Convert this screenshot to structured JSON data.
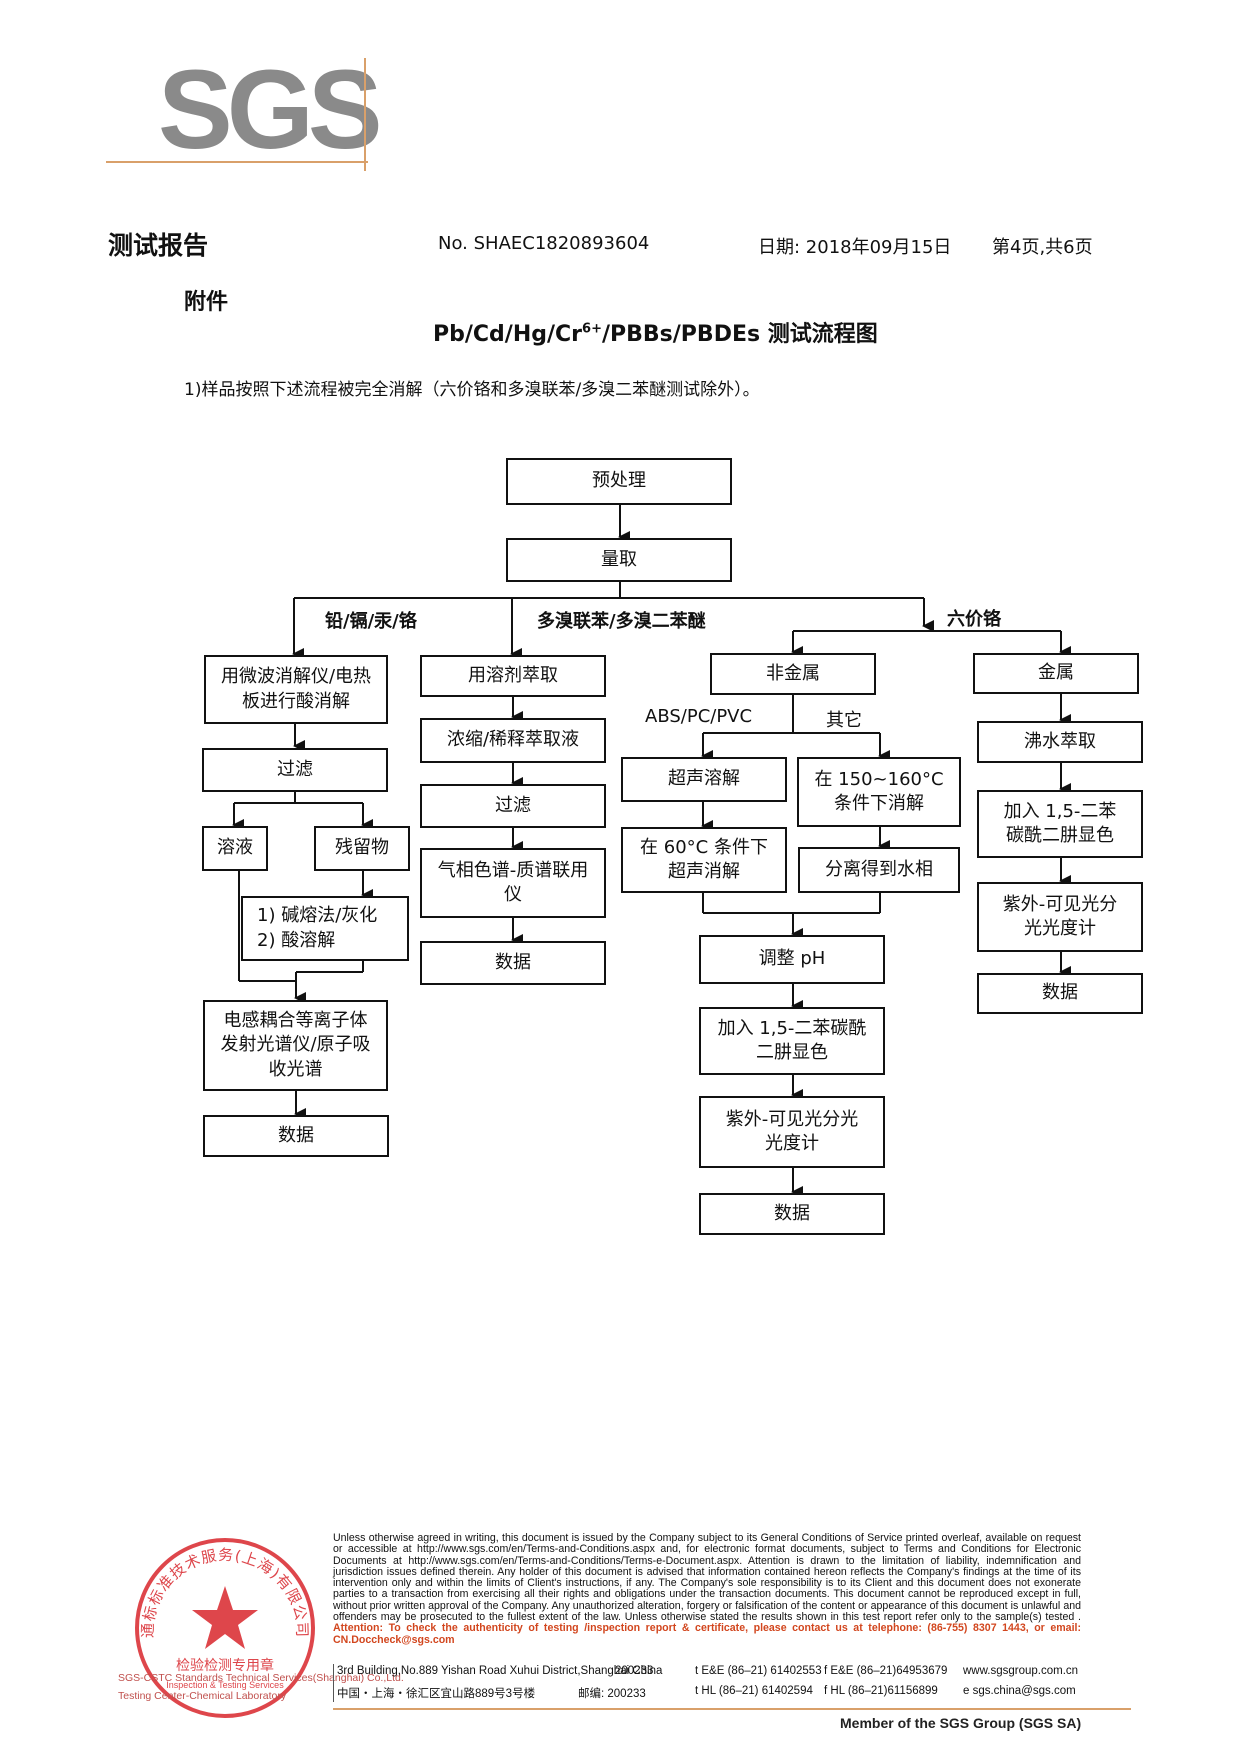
{
  "logo": {
    "text": "SGS"
  },
  "header": {
    "title": "测试报告",
    "report_no": "No. SHAEC1820893604",
    "date": "日期: 2018年09月15日",
    "page": "第4页,共6页"
  },
  "annex": "附件",
  "main_title": {
    "prefix": "Pb/Cd/Hg/Cr",
    "sup": "6+",
    "suffix": "/PBBs/PBDEs  测试流程图"
  },
  "note": "1)样品按照下述流程被完全消解（六价铬和多溴联苯/多溴二苯醚测试除外）。",
  "flow": {
    "pre": "预处理",
    "measure": "量取",
    "branch_metals": "铅/镉/汞/铬",
    "branch_pbb": "多溴联苯/多溴二苯醚",
    "branch_cr6": "六价铬",
    "c1_1": "用微波消解仪/电热板进行酸消解",
    "c1_2": "过滤",
    "c1_solution": "溶液",
    "c1_residue": "残留物",
    "c1_residue_1": "1) 碱熔法/灰化",
    "c1_residue_2": "2) 酸溶解",
    "c1_icp": "电感耦合等离子体发射光谱仪/原子吸收光谱",
    "c1_data": "数据",
    "c2_1": "用溶剂萃取",
    "c2_2": "浓缩/稀释萃取液",
    "c2_3": "过滤",
    "c2_4": "气相色谱-质谱联用仪",
    "c2_data": "数据",
    "c3_nonmetal": "非金属",
    "c3_abs": "ABS/PC/PVC",
    "c3_other": "其它",
    "c3_ultra": "超声溶解",
    "c3_60": "在 60°C 条件下超声消解",
    "c3_150": "在 150~160°C 条件下消解",
    "c3_sep": "分离得到水相",
    "c3_ph": "调整 pH",
    "c3_dpc": "加入 1,5-二苯碳酰二肼显色",
    "c3_uv": "紫外-可见光分光光度计",
    "c3_data": "数据",
    "c4_metal": "金属",
    "c4_boil": "沸水萃取",
    "c4_dpc": "加入 1,5-二苯碳酰二肼显色",
    "c4_uv": "紫外-可见光分光光度计",
    "c4_data": "数据"
  },
  "footer": {
    "legal_main": "Unless otherwise agreed in writing, this document is issued by the Company subject to its General Conditions of Service printed overleaf, available on request or accessible at http://www.sgs.com/en/Terms-and-Conditions.aspx and, for electronic format documents, subject to Terms and Conditions for Electronic Documents at http://www.sgs.com/en/Terms-and-Conditions/Terms-e-Document.aspx. Attention is drawn to the limitation of liability, indemnification and jurisdiction issues defined therein. Any holder of this document is advised that information contained hereon reflects the Company's findings at the time of its intervention only and within the limits of Client's instructions, if any. The Company's sole responsibility is to its Client and this document does not exonerate parties to a transaction from exercising all their rights and obligations under the transaction documents. This document cannot be reproduced except in full, without prior written approval of the Company. Any unauthorized alteration, forgery or falsification of the content or appearance of this document is unlawful and offenders may be prosecuted to the fullest extent of the law. Unless otherwise stated the results shown in this test report refer only to the sample(s) tested .",
    "attention": "Attention: To check the authenticity of testing /inspection report & certificate, please contact us at telephone: (86-755) 8307 1443, or email: CN.Doccheck@sgs.com",
    "addr_en": "3rd Building,No.889 Yishan Road Xuhui District,Shanghai China",
    "zip_en": "200233",
    "tel_ee": "t E&E (86–21) 61402553",
    "fax_ee": "f E&E (86–21)64953679",
    "web": "www.sgsgroup.com.cn",
    "addr_cn": "中国・上海・徐汇区宜山路889号3号楼",
    "zip_cn": "邮编: 200233",
    "tel_hl": "t HL (86–21) 61402594",
    "fax_hl": "f HL (86–21)61156899",
    "email": "e sgs.china@sgs.com",
    "stamp_arc": "通标标准技术服务(上海)有限公司",
    "stamp_mid": "检验检测专用章",
    "stamp_en": "Inspection & Testing Services",
    "stamp_left_1": "SGS-CSTC Standards Technical Services(Shanghai) Co.,Ltd.",
    "stamp_left_2": "Testing Center-Chemical Laboratory",
    "member": "Member of the SGS Group (SGS SA)"
  },
  "colors": {
    "logo_gray": "#8a8a8a",
    "rule_orange": "#d9a06a",
    "stamp_red": "#d8262c",
    "attention_orange": "#d2461e"
  }
}
